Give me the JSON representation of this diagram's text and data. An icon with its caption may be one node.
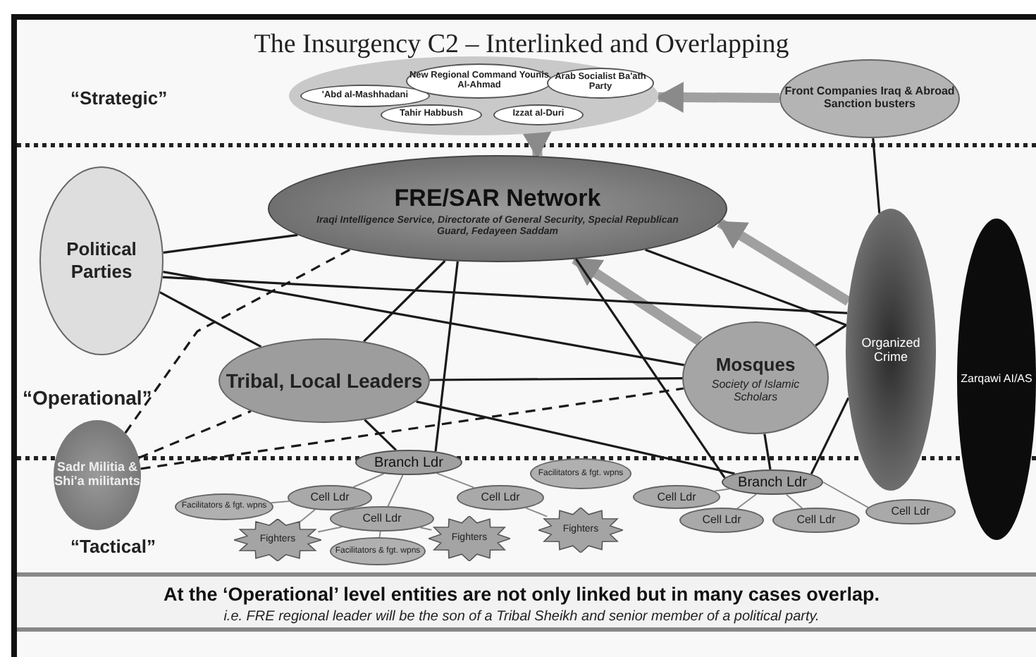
{
  "diagram": {
    "title": "The Insurgency C2 – Interlinked and Overlapping",
    "nodes": [
      {
        "text": [],
        "shape": "ellipse"
      },
      {
        "text": [
          "'Abd al-Mashhadani"
        ],
        "in": 0
      },
      {
        "text": [
          "New Regional Command Younis Al-Ahmad"
        ],
        "in": 0
      },
      {
        "text": [
          "Arab Socialist Ba'ath Party"
        ],
        "in": 0
      },
      {
        "text": [
          "Tahir Habbush"
        ],
        "in": 0
      },
      {
        "text": [
          "Izzat al-Duri"
        ],
        "in": 0
      },
      {
        "text": [
          "Front Companies Iraq & Abroad Sanction busters"
        ]
      },
      {
        "text": [
          "FRE/SAR Network",
          "Iraqi Intelligence Service, Directorate of General Security, Special Republican Guard, Fedayeen Saddam"
        ]
      },
      {
        "text": [
          "Political Parties"
        ]
      },
      {
        "text": [
          "Tribal, Local Leaders"
        ]
      },
      {
        "text": [
          "Mosques",
          "Society of Islamic Scholars"
        ]
      },
      {
        "text": [
          "Organized Crime"
        ]
      },
      {
        "text": [
          "Zarqawi AI/AS"
        ]
      },
      {
        "text": [
          "Sadr Militia & Shi'a militants"
        ]
      },
      {
        "text": [
          "Branch Ldr"
        ]
      },
      {
        "text": [
          "Facilitators & fgt. wpns"
        ]
      },
      {
        "text": [
          "Branch Ldr"
        ]
      },
      {
        "text": [
          "Facilitators & fgt. wpns"
        ]
      },
      {
        "text": [
          "Cell Ldr"
        ]
      },
      {
        "text": [
          "Cell Ldr"
        ]
      },
      {
        "text": [
          "Cell Ldr"
        ]
      },
      {
        "text": [
          "Cell Ldr"
        ]
      },
      {
        "text": [
          "Fighters"
        ]
      },
      {
        "text": [
          "Facilitators & fgt. wpns"
        ]
      },
      {
        "text": [
          "Fighters"
        ]
      },
      {
        "text": [
          "Cell Ldr"
        ]
      },
      {
        "text": [
          "Cell Ldr"
        ]
      },
      {
        "text": [
          "Cell Ldr"
        ]
      },
      {
        "text": [
          "Fighters"
        ]
      }
    ],
    "edges": [
      {
        "from": 0,
        "to": 7,
        "arrow": "to",
        "style": "thick",
        "color": "#a0a0a0"
      },
      {
        "from": 6,
        "to": 0,
        "arrow": "to",
        "style": "thick",
        "color": "#a0a0a0"
      },
      {
        "from": 11,
        "to": 7,
        "arrow": "to",
        "style": "thick",
        "color": "#a0a0a0"
      },
      {
        "from": 10,
        "to": 7,
        "arrow": "to",
        "style": "thick",
        "color": "#a0a0a0"
      },
      {
        "from": 6,
        "to": 11,
        "arrow": "none"
      },
      {
        "from": 8,
        "to": 7,
        "arrow": "none"
      },
      {
        "from": 8,
        "to": 11,
        "arrow": "none"
      },
      {
        "from": 8,
        "to": 10,
        "arrow": "none"
      },
      {
        "from": 8,
        "to": 9,
        "arrow": "none"
      },
      {
        "from": 7,
        "to": 9,
        "arrow": "none"
      },
      {
        "from": 7,
        "to": 14,
        "arrow": "none"
      },
      {
        "from": 7,
        "to": 11,
        "arrow": "none"
      },
      {
        "from": 7,
        "to": 16,
        "arrow": "none"
      },
      {
        "from": 9,
        "to": 10,
        "arrow": "none"
      },
      {
        "from": 9,
        "to": 16,
        "arrow": "none"
      },
      {
        "from": 9,
        "to": 14,
        "arrow": "none"
      },
      {
        "from": 10,
        "to": 11,
        "arrow": "none"
      },
      {
        "from": 10,
        "to": 16,
        "arrow": "none"
      },
      {
        "from": 11,
        "to": 16,
        "arrow": "none"
      },
      {
        "from": 13,
        "to": 7,
        "arrow": "none",
        "style": "dashed"
      },
      {
        "from": 13,
        "to": 9,
        "arrow": "none",
        "style": "dashed"
      },
      {
        "from": 13,
        "to": 10,
        "arrow": "none",
        "style": "dashed"
      },
      {
        "from": 14,
        "to": 18,
        "arrow": "none",
        "color": "#8c8c8c"
      },
      {
        "from": 14,
        "to": 19,
        "arrow": "none",
        "color": "#8c8c8c"
      },
      {
        "from": 14,
        "to": 20,
        "arrow": "none",
        "color": "#8c8c8c"
      },
      {
        "from": 18,
        "to": 17,
        "arrow": "none",
        "color": "#8c8c8c"
      },
      {
        "from": 18,
        "to": 22,
        "arrow": "none",
        "color": "#8c8c8c"
      },
      {
        "from": 19,
        "to": 22,
        "arrow": "none",
        "color": "#8c8c8c"
      },
      {
        "from": 19,
        "to": 23,
        "arrow": "none",
        "color": "#8c8c8c"
      },
      {
        "from": 19,
        "to": 24,
        "arrow": "none",
        "color": "#8c8c8c"
      },
      {
        "from": 20,
        "to": 28,
        "arrow": "none",
        "color": "#8c8c8c"
      },
      {
        "from": 16,
        "to": 21,
        "arrow": "none",
        "color": "#8c8c8c"
      },
      {
        "from": 16,
        "to": 25,
        "arrow": "none",
        "color": "#8c8c8c"
      },
      {
        "from": 16,
        "to": 26,
        "arrow": "none",
        "color": "#8c8c8c"
      },
      {
        "from": 16,
        "to": 27,
        "arrow": "none",
        "color": "#8c8c8c"
      }
    ],
    "labels": [
      "“Strategic”",
      "“Operational”",
      "“Tactical”",
      "At the ‘Operational’ level entities are not only linked but in many cases overlap.",
      "i.e.  FRE regional leader will be the son of a Tribal Sheikh and senior member of a political party."
    ]
  }
}
